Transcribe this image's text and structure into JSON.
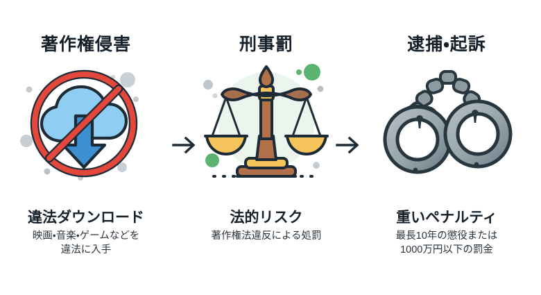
{
  "page": {
    "background_color": "#ffffff",
    "text_color": "#16202a",
    "accent_red": "#e4483c",
    "accent_blue": "#8fcdf2",
    "accent_green": "#5cb270",
    "accent_gold": "#f5c45a",
    "accent_brown": "#b3714a",
    "accent_gray": "#9aa6ad",
    "outline_color": "#1d2b36"
  },
  "steps": [
    {
      "heading": "著作権侵害",
      "icon": "no-cloud-download-icon",
      "caption_title": "違法ダウンロード",
      "caption_sub_line1": "映画・音楽・ゲームなどを",
      "caption_sub_line2": "違法に入手"
    },
    {
      "heading": "刑事罰",
      "icon": "scales-of-justice-icon",
      "caption_title": "法的リスク",
      "caption_sub_line1": "著作権法違反による処罰",
      "caption_sub_line2": ""
    },
    {
      "heading": "逮捕・起訴",
      "icon": "handcuffs-icon",
      "caption_title": "重いペナルティ",
      "caption_sub_line1": "最長10年の懲役または",
      "caption_sub_line2": "1000万円以下の罰金"
    }
  ],
  "connectors": [
    {
      "icon": "arrow-right-icon",
      "label": "→"
    },
    {
      "icon": "arrow-right-icon",
      "label": "→"
    }
  ]
}
